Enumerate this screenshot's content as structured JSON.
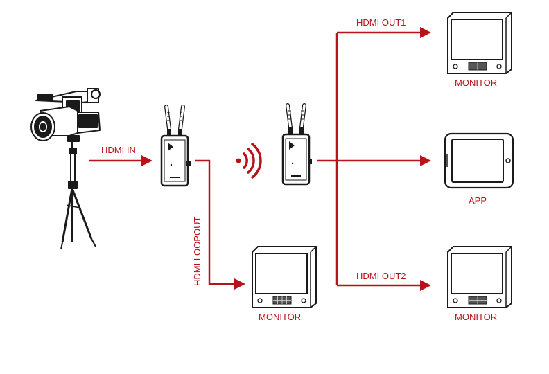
{
  "colors": {
    "accent": "#b8121b",
    "ink": "#1a1a1a"
  },
  "labels": {
    "hdmi_in": "HDMI IN",
    "hdmi_loopout": "HDMI LOOPOUT",
    "hdmi_out1": "HDMI OUT1",
    "hdmi_out2": "HDMI OUT2",
    "monitor_loop": "MONITOR",
    "monitor_out1": "MONITOR",
    "app": "APP",
    "monitor_out2": "MONITOR"
  },
  "icons": [
    "camcorder-on-tripod-icon",
    "transmitter-icon",
    "wireless-signal-icon",
    "receiver-icon",
    "monitor-icon",
    "tablet-icon"
  ]
}
